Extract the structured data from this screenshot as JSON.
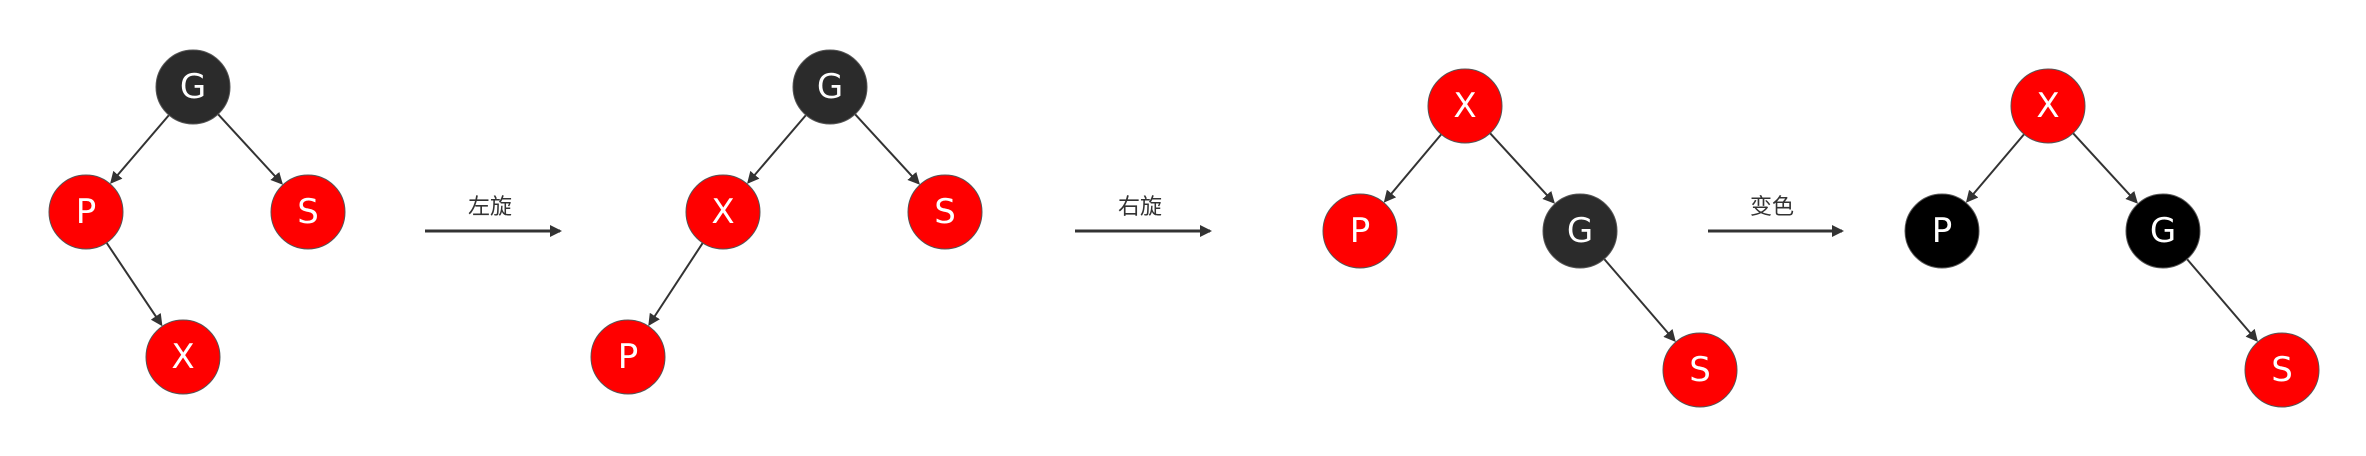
{
  "colors": {
    "red": "#ff0000",
    "dark": "#2b2b2b",
    "black": "#000000",
    "edge": "#333333"
  },
  "steps": [
    {
      "label": "左旋"
    },
    {
      "label": "右旋"
    },
    {
      "label": "变色"
    }
  ],
  "trees": [
    {
      "nodes": [
        {
          "id": "G",
          "label": "G",
          "color": "dark"
        },
        {
          "id": "P",
          "label": "P",
          "color": "red"
        },
        {
          "id": "S",
          "label": "S",
          "color": "red"
        },
        {
          "id": "X",
          "label": "X",
          "color": "red"
        }
      ],
      "edges": [
        [
          "G",
          "P"
        ],
        [
          "G",
          "S"
        ],
        [
          "P",
          "X"
        ]
      ]
    },
    {
      "nodes": [
        {
          "id": "G",
          "label": "G",
          "color": "dark"
        },
        {
          "id": "X",
          "label": "X",
          "color": "red"
        },
        {
          "id": "S",
          "label": "S",
          "color": "red"
        },
        {
          "id": "P",
          "label": "P",
          "color": "red"
        }
      ],
      "edges": [
        [
          "G",
          "X"
        ],
        [
          "G",
          "S"
        ],
        [
          "X",
          "P"
        ]
      ]
    },
    {
      "nodes": [
        {
          "id": "X",
          "label": "X",
          "color": "red"
        },
        {
          "id": "P",
          "label": "P",
          "color": "red"
        },
        {
          "id": "G",
          "label": "G",
          "color": "dark"
        },
        {
          "id": "S",
          "label": "S",
          "color": "red"
        }
      ],
      "edges": [
        [
          "X",
          "P"
        ],
        [
          "X",
          "G"
        ],
        [
          "G",
          "S"
        ]
      ]
    },
    {
      "nodes": [
        {
          "id": "X",
          "label": "X",
          "color": "red"
        },
        {
          "id": "P",
          "label": "P",
          "color": "black"
        },
        {
          "id": "G",
          "label": "G",
          "color": "black"
        },
        {
          "id": "S",
          "label": "S",
          "color": "red"
        }
      ],
      "edges": [
        [
          "X",
          "P"
        ],
        [
          "X",
          "G"
        ],
        [
          "G",
          "S"
        ]
      ]
    }
  ]
}
